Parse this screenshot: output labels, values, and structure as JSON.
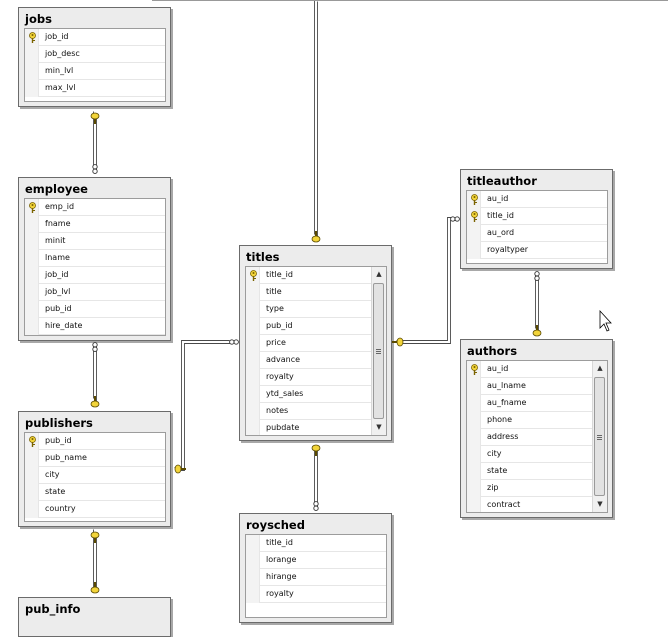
{
  "tables": {
    "jobs": {
      "title": "jobs",
      "columns": [
        "job_id",
        "job_desc",
        "min_lvl",
        "max_lvl"
      ],
      "keys": [
        "job_id"
      ]
    },
    "employee": {
      "title": "employee",
      "columns": [
        "emp_id",
        "fname",
        "minit",
        "lname",
        "job_id",
        "job_lvl",
        "pub_id",
        "hire_date"
      ],
      "keys": [
        "emp_id"
      ]
    },
    "publishers": {
      "title": "publishers",
      "columns": [
        "pub_id",
        "pub_name",
        "city",
        "state",
        "country"
      ],
      "keys": [
        "pub_id"
      ]
    },
    "titles": {
      "title": "titles",
      "columns": [
        "title_id",
        "title",
        "type",
        "pub_id",
        "price",
        "advance",
        "royalty",
        "ytd_sales",
        "notes",
        "pubdate"
      ],
      "keys": [
        "title_id"
      ],
      "scrollbar": true
    },
    "titleauthor": {
      "title": "titleauthor",
      "columns": [
        "au_id",
        "title_id",
        "au_ord",
        "royaltyper"
      ],
      "keys": [
        "au_id",
        "title_id"
      ]
    },
    "authors": {
      "title": "authors",
      "columns": [
        "au_id",
        "au_lname",
        "au_fname",
        "phone",
        "address",
        "city",
        "state",
        "zip",
        "contract"
      ],
      "keys": [
        "au_id"
      ],
      "scrollbar": true
    },
    "roysched": {
      "title": "roysched",
      "columns": [
        "title_id",
        "lorange",
        "hirange",
        "royalty"
      ],
      "keys": []
    },
    "pub_info": {
      "title": "pub_info",
      "columns": [],
      "keys": []
    }
  },
  "colors": {
    "key_fill": "#f2d43a",
    "line": "#4a4a4a",
    "header_bg": "#ececec",
    "border": "#6b6b6b"
  },
  "icons": {
    "primary_key": "key-icon",
    "relationship_one": "key-end-icon",
    "relationship_many": "infinity-icon",
    "scroll_up": "scroll-up-arrow-icon",
    "scroll_down": "scroll-down-arrow-icon",
    "mouse_cursor": "mouse-pointer-icon"
  }
}
